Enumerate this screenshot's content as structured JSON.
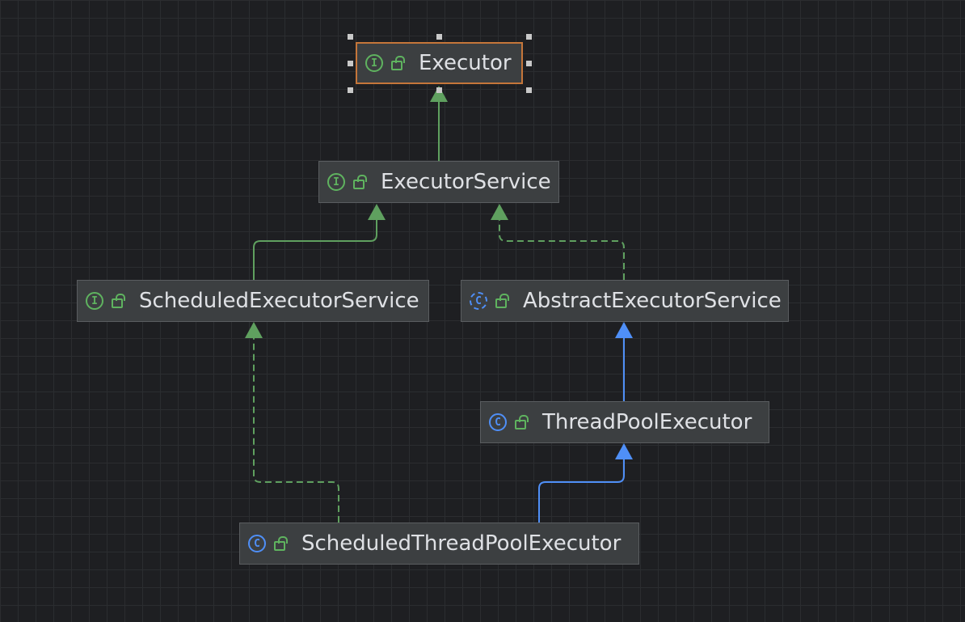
{
  "diagram": {
    "nodes": [
      {
        "id": "executor",
        "label": "Executor",
        "kind": "interface",
        "badge": "I",
        "selected": true
      },
      {
        "id": "executor_service",
        "label": "ExecutorService",
        "kind": "interface",
        "badge": "I"
      },
      {
        "id": "scheduled_executor_service",
        "label": "ScheduledExecutorService",
        "kind": "interface",
        "badge": "I"
      },
      {
        "id": "abstract_executor_service",
        "label": "AbstractExecutorService",
        "kind": "abstract",
        "badge": "C"
      },
      {
        "id": "thread_pool_executor",
        "label": "ThreadPoolExecutor",
        "kind": "class",
        "badge": "C"
      },
      {
        "id": "scheduled_thread_pool_executor",
        "label": "ScheduledThreadPoolExecutor",
        "kind": "class",
        "badge": "C"
      }
    ],
    "edges": [
      {
        "from": "executor_service",
        "to": "executor",
        "relation": "extends-interface"
      },
      {
        "from": "scheduled_executor_service",
        "to": "executor_service",
        "relation": "extends-interface"
      },
      {
        "from": "abstract_executor_service",
        "to": "executor_service",
        "relation": "implements"
      },
      {
        "from": "thread_pool_executor",
        "to": "abstract_executor_service",
        "relation": "extends-class"
      },
      {
        "from": "scheduled_thread_pool_executor",
        "to": "scheduled_executor_service",
        "relation": "implements"
      },
      {
        "from": "scheduled_thread_pool_executor",
        "to": "thread_pool_executor",
        "relation": "extends-class"
      }
    ]
  },
  "colors": {
    "interface": "#5fb35f",
    "class": "#4f8ff7",
    "edge_interface": "#5fa05f",
    "edge_class": "#4f8ff7",
    "selection": "#c5763a"
  },
  "icons": {
    "interface": "interface-icon",
    "class": "class-icon",
    "abstract": "abstract-class-icon",
    "visibility": "public-lock-icon"
  }
}
